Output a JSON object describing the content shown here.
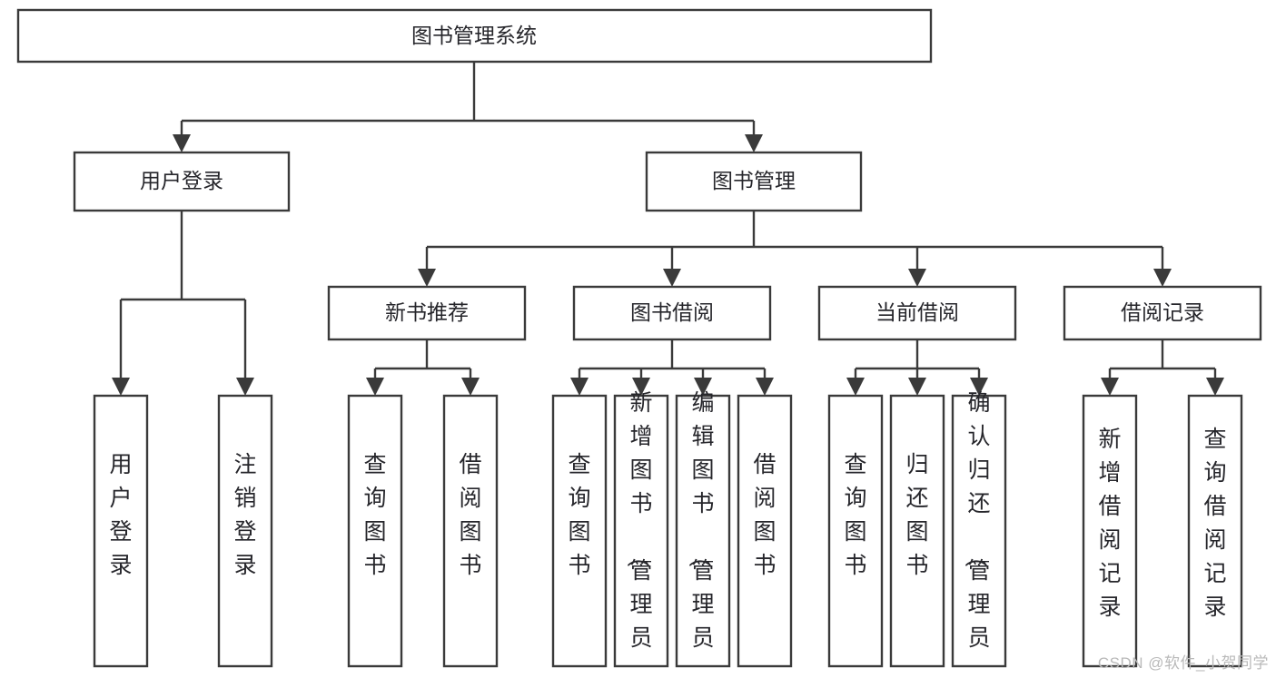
{
  "diagram": {
    "type": "tree-hierarchy",
    "title": "图书管理系统",
    "orientation": "top-down",
    "watermark": "CSDN @软件_小贺同学",
    "colors": {
      "stroke": "#3a3a3a",
      "box_fill": "#ffffff",
      "text": "#26262b",
      "background": "#ffffff",
      "watermark": "#b9b9b9"
    },
    "levels": {
      "root": {
        "label": "图书管理系统"
      },
      "level2": [
        {
          "id": "user-login",
          "label": "用户登录"
        },
        {
          "id": "book-management",
          "label": "图书管理"
        }
      ],
      "level3": [
        {
          "id": "new-book-recommend",
          "label": "新书推荐"
        },
        {
          "id": "book-borrow",
          "label": "图书借阅"
        },
        {
          "id": "current-borrow",
          "label": "当前借阅"
        },
        {
          "id": "borrow-record",
          "label": "借阅记录"
        }
      ],
      "leaves": {
        "user-login": [
          {
            "id": "leaf-user-login",
            "label": "用户登录"
          },
          {
            "id": "leaf-logout-login",
            "label": "注销登录"
          }
        ],
        "new-book-recommend": [
          {
            "id": "leaf-query-book-1",
            "label": "查询图书"
          },
          {
            "id": "leaf-borrow-book-1",
            "label": "借阅图书"
          }
        ],
        "book-borrow": [
          {
            "id": "leaf-query-book-2",
            "label": "查询图书"
          },
          {
            "id": "leaf-add-book",
            "label": "新增图书（管理员）"
          },
          {
            "id": "leaf-edit-book",
            "label": "编辑图书（管理员）"
          },
          {
            "id": "leaf-borrow-book-2",
            "label": "借阅图书"
          }
        ],
        "current-borrow": [
          {
            "id": "leaf-query-book-3",
            "label": "查询图书"
          },
          {
            "id": "leaf-return-book",
            "label": "归还图书"
          },
          {
            "id": "leaf-confirm-return",
            "label": "确认归还（管理员）"
          }
        ],
        "borrow-record": [
          {
            "id": "leaf-add-record",
            "label": "新增借阅记录"
          },
          {
            "id": "leaf-query-record",
            "label": "查询借阅记录"
          }
        ]
      }
    }
  }
}
